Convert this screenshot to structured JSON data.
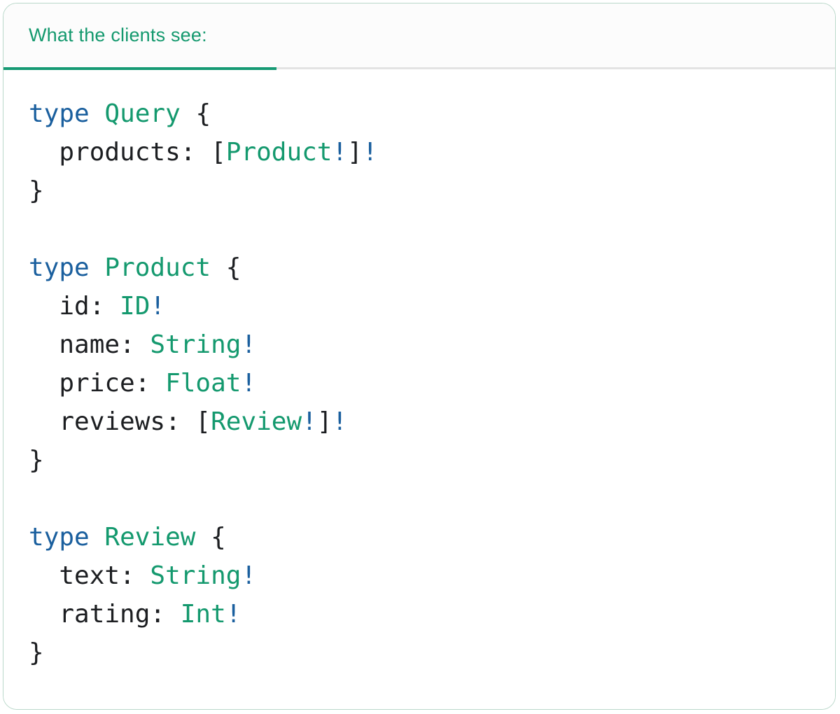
{
  "tab": {
    "label": "What the clients see:"
  },
  "colors": {
    "keyword": "#1a5f9e",
    "type_name": "#14996e",
    "plain": "#1c1e21",
    "bang": "#1a5f9e",
    "tab_text": "#14996e",
    "tab_underline": "#169a74",
    "divider": "#e3e3e3",
    "card_border": "#bad8ca",
    "card_bg": "#fdfdfd",
    "header_bg": "#fcfcfc"
  },
  "code": {
    "language": "graphql",
    "raw": "type Query {\n  products: [Product!]!\n}\n\ntype Product {\n  id: ID!\n  name: String!\n  price: Float!\n  reviews: [Review!]!\n}\n\ntype Review {\n  text: String!\n  rating: Int!\n}",
    "lines": [
      [
        [
          "kw",
          "type"
        ],
        [
          "pl",
          " "
        ],
        [
          "ty",
          "Query"
        ],
        [
          "pl",
          " {"
        ]
      ],
      [
        [
          "pl",
          "  products: ["
        ],
        [
          "ty",
          "Product"
        ],
        [
          "bang",
          "!"
        ],
        [
          "pl",
          "]"
        ],
        [
          "bang",
          "!"
        ]
      ],
      [
        [
          "pl",
          "}"
        ]
      ],
      [],
      [
        [
          "kw",
          "type"
        ],
        [
          "pl",
          " "
        ],
        [
          "ty",
          "Product"
        ],
        [
          "pl",
          " {"
        ]
      ],
      [
        [
          "pl",
          "  id: "
        ],
        [
          "ty",
          "ID"
        ],
        [
          "bang",
          "!"
        ]
      ],
      [
        [
          "pl",
          "  name: "
        ],
        [
          "ty",
          "String"
        ],
        [
          "bang",
          "!"
        ]
      ],
      [
        [
          "pl",
          "  price: "
        ],
        [
          "ty",
          "Float"
        ],
        [
          "bang",
          "!"
        ]
      ],
      [
        [
          "pl",
          "  reviews: ["
        ],
        [
          "ty",
          "Review"
        ],
        [
          "bang",
          "!"
        ],
        [
          "pl",
          "]"
        ],
        [
          "bang",
          "!"
        ]
      ],
      [
        [
          "pl",
          "}"
        ]
      ],
      [],
      [
        [
          "kw",
          "type"
        ],
        [
          "pl",
          " "
        ],
        [
          "ty",
          "Review"
        ],
        [
          "pl",
          " {"
        ]
      ],
      [
        [
          "pl",
          "  text: "
        ],
        [
          "ty",
          "String"
        ],
        [
          "bang",
          "!"
        ]
      ],
      [
        [
          "pl",
          "  rating: "
        ],
        [
          "ty",
          "Int"
        ],
        [
          "bang",
          "!"
        ]
      ],
      [
        [
          "pl",
          "}"
        ]
      ]
    ]
  }
}
